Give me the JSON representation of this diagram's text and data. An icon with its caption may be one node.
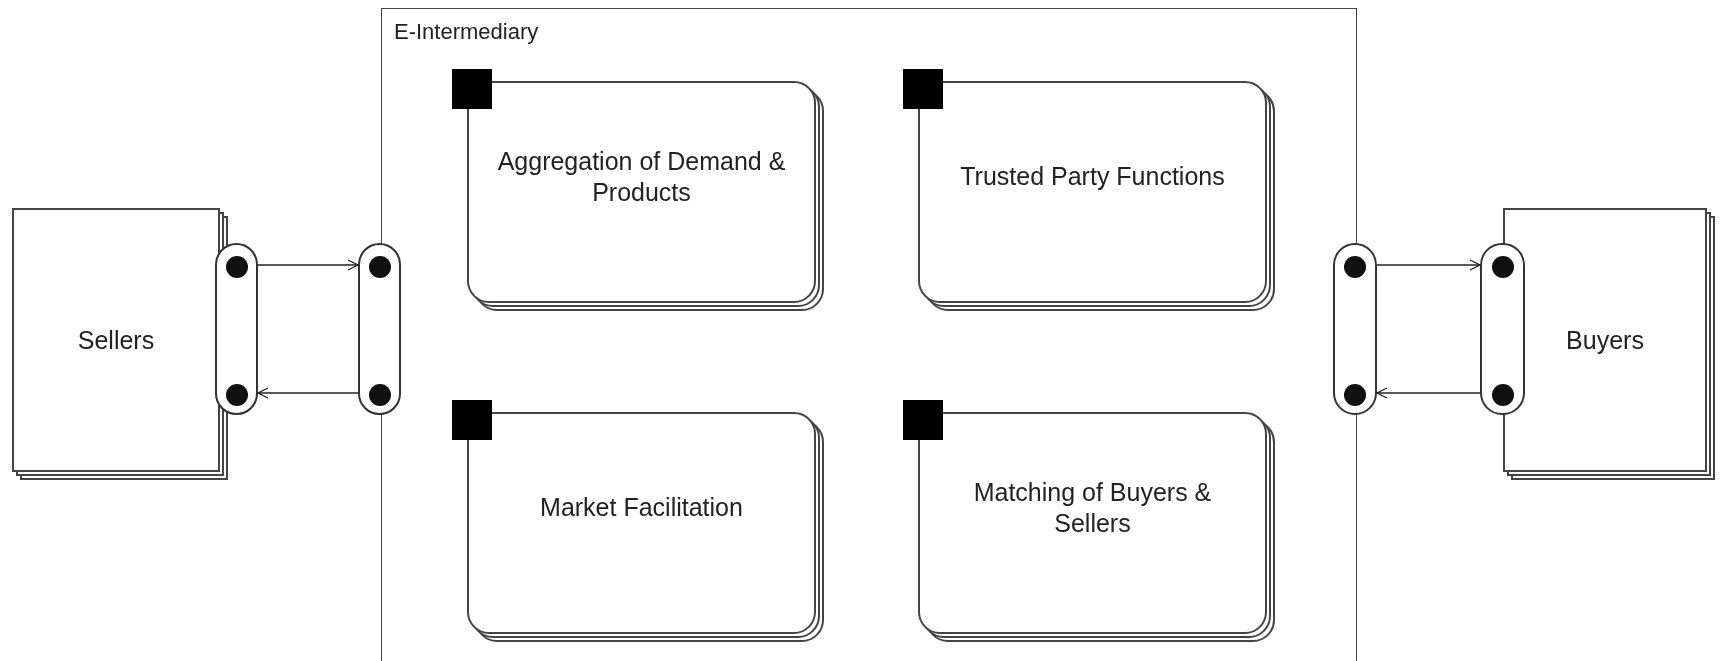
{
  "diagram": {
    "nodes": [
      {
        "text": [
          "Sellers"
        ]
      },
      {
        "text": [],
        "shape": "capsule"
      },
      {
        "text": [
          "E-Intermediary"
        ]
      },
      {
        "text": [],
        "shape": "capsule"
      },
      {
        "text": [
          "Aggregation of Demand & Products"
        ],
        "in": 2
      },
      {
        "text": [
          "Trusted Party Functions"
        ],
        "in": 2
      },
      {
        "text": [
          "Market Facilitation"
        ],
        "in": 2
      },
      {
        "text": [
          "Matching of Buyers & Sellers"
        ],
        "in": 2
      },
      {
        "text": [],
        "shape": "capsule"
      },
      {
        "text": [],
        "shape": "capsule"
      },
      {
        "text": [
          "Buyers"
        ]
      }
    ],
    "edges": [
      {
        "from": 1,
        "to": 3,
        "arrow": "to"
      },
      {
        "from": 3,
        "to": 1,
        "arrow": "to"
      },
      {
        "from": 8,
        "to": 9,
        "arrow": "to"
      },
      {
        "from": 9,
        "to": 8,
        "arrow": "to"
      }
    ]
  }
}
